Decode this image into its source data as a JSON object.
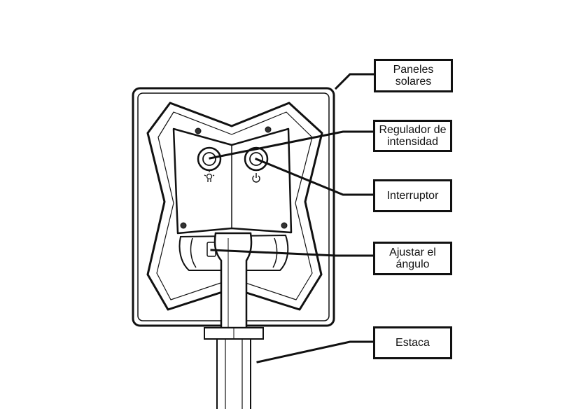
{
  "labels": {
    "solar_panels": "Paneles\nsolares",
    "dimmer": "Regulador de\nintensidad",
    "switch": "Interruptor",
    "angle_adjust": "Ajustar el\nángulo",
    "stake": "Estaca"
  },
  "icons": [
    "bulb-icon",
    "power-icon"
  ],
  "colors": {
    "line": "#111111",
    "background": "#ffffff"
  }
}
